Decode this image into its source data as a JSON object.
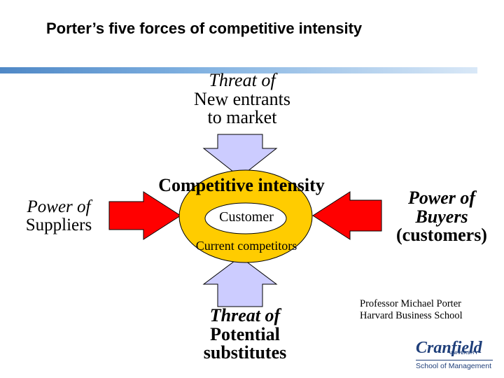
{
  "title": "Porter’s five forces of competitive intensity",
  "forces": {
    "new_entrants": {
      "line1": "Threat of",
      "line2": "New entrants",
      "line3": "to market"
    },
    "suppliers": {
      "line1": "Power of",
      "line2": "Suppliers"
    },
    "buyers": {
      "line1": "Power of",
      "line2": "Buyers",
      "line3": "(customers)"
    },
    "substitutes": {
      "line1": "Threat of",
      "line2": "Potential",
      "line3": "substitutes"
    }
  },
  "center": {
    "title": "Competitive intensity",
    "inner": "Customer",
    "outer": "Current competitors"
  },
  "credit": {
    "line1": "Professor Michael Porter",
    "line2": "Harvard Business School"
  },
  "logo": {
    "name": "Cranfield",
    "tag": "UNIVERSITY",
    "sub": "School of Management"
  },
  "colors": {
    "arrow_fill": "#ccccff",
    "arrow_left_right_fill": "#ff0000",
    "ellipse_fill": "#ffcc00",
    "inner_fill": "#ffffff",
    "title_bar": "#4f88c6",
    "logo": "#1f3f7a"
  }
}
